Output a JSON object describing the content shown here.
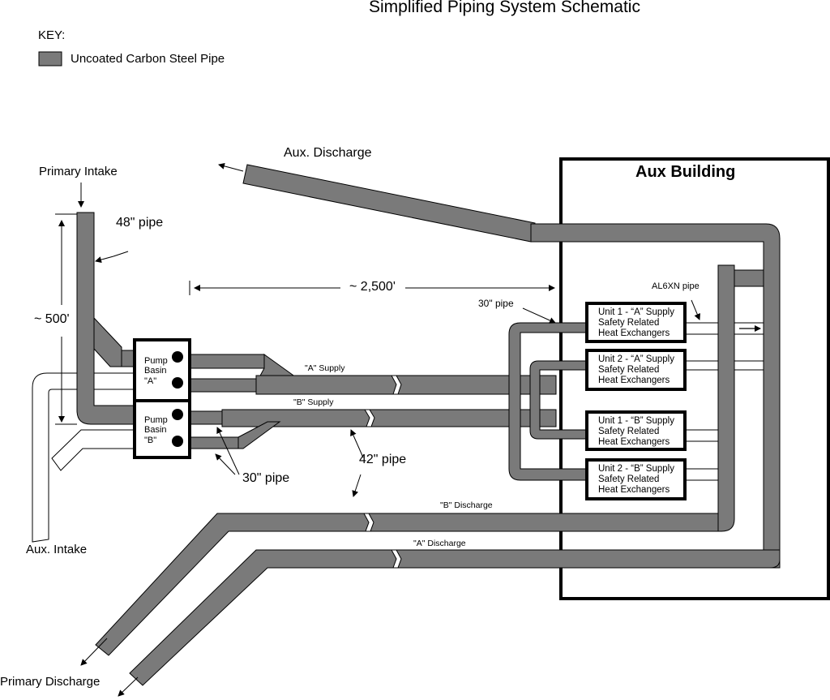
{
  "title": "Simplified Piping System Schematic",
  "key": {
    "heading": "KEY:",
    "item": "Uncoated Carbon Steel Pipe"
  },
  "colors": {
    "pipe": "#7a7a7a",
    "outline": "#000000",
    "background": "#ffffff"
  },
  "labels": {
    "aux_building": "Aux Building",
    "primary_intake": "Primary Intake",
    "aux_discharge": "Aux. Discharge",
    "pipe_48": "48\" pipe",
    "dist_500": "~ 500'",
    "dist_2500": "~ 2,500'",
    "pipe_30_top": "30\" pipe",
    "al6xn": "AL6XN pipe",
    "a_supply": "\"A\" Supply",
    "b_supply": "\"B\" Supply",
    "pipe_42": "42\" pipe",
    "pipe_30_bottom": "30\" pipe",
    "b_discharge": "\"B\" Discharge",
    "a_discharge": "\"A\" Discharge",
    "aux_intake": "Aux. Intake",
    "primary_discharge": "Primary Discharge"
  },
  "pump_basins": [
    {
      "line1": "Pump",
      "line2": "Basin",
      "line3": "\"A\""
    },
    {
      "line1": "Pump",
      "line2": "Basin",
      "line3": "\"B\""
    }
  ],
  "heat_exchangers": [
    {
      "line1": "Unit 1 - “A” Supply",
      "line2": "Safety Related",
      "line3": "Heat Exchangers"
    },
    {
      "line1": "Unit 2 - “A” Supply",
      "line2": "Safety Related",
      "line3": "Heat Exchangers"
    },
    {
      "line1": "Unit 1 - “B” Supply",
      "line2": "Safety Related",
      "line3": "Heat Exchangers"
    },
    {
      "line1": "Unit 2 - “B” Supply",
      "line2": "Safety Related",
      "line3": "Heat Exchangers"
    }
  ]
}
